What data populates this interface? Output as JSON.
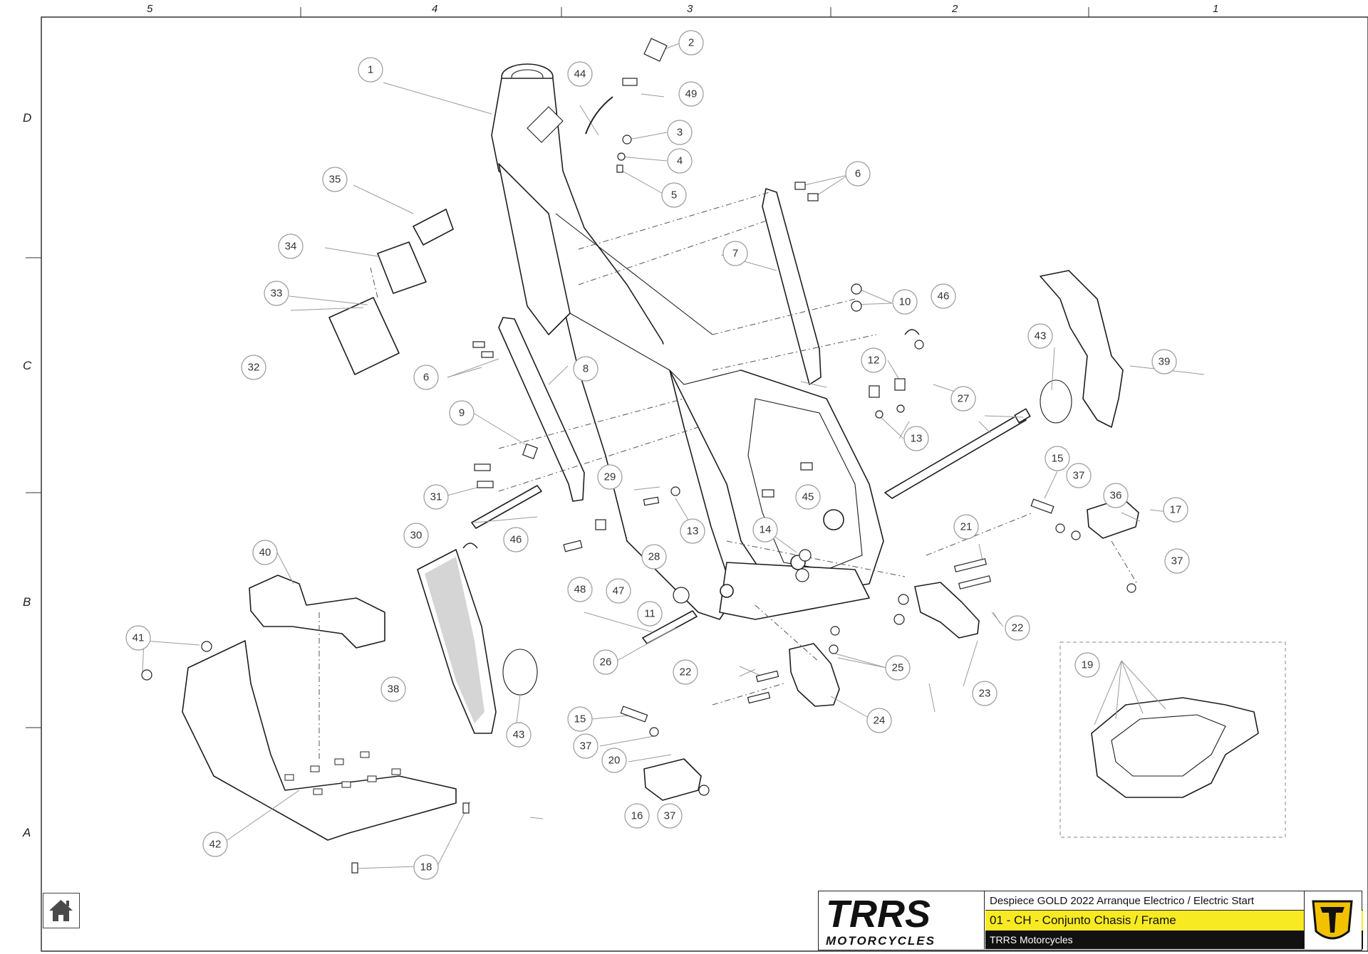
{
  "sheet": {
    "zone_columns": [
      "5",
      "4",
      "3",
      "2",
      "1"
    ],
    "zone_rows": [
      "D",
      "C",
      "B",
      "A"
    ]
  },
  "title_block": {
    "logo_text": "TRRS",
    "logo_sub": "MOTORCYCLES",
    "line1": "Despiece GOLD 2022 Arranque Electrico / Electric Start",
    "line2": "01 - CH - Conjunto Chasis  / Frame",
    "line3": "TRRS Motorcycles",
    "colors": {
      "highlight": "#f7ea23",
      "band": "#111111",
      "logo_mark": "#f2c200"
    }
  },
  "home_icon": "home-icon",
  "callouts": [
    "1",
    "2",
    "3",
    "4",
    "5",
    "6",
    "6",
    "7",
    "8",
    "9",
    "10",
    "11",
    "12",
    "13",
    "13",
    "14",
    "15",
    "15",
    "16",
    "17",
    "18",
    "19",
    "20",
    "21",
    "22",
    "22",
    "23",
    "24",
    "25",
    "26",
    "27",
    "28",
    "29",
    "30",
    "31",
    "32",
    "33",
    "34",
    "35",
    "36",
    "37",
    "37",
    "37",
    "37",
    "38",
    "39",
    "40",
    "41",
    "42",
    "43",
    "43",
    "44",
    "45",
    "46",
    "46",
    "47",
    "48",
    "49"
  ]
}
